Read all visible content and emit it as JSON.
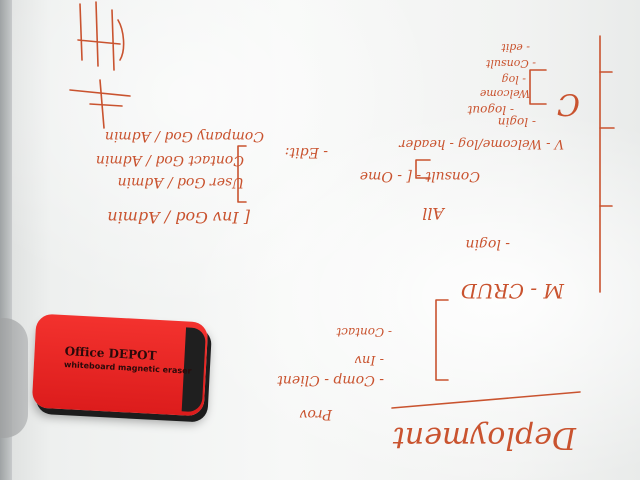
{
  "eraser": {
    "brand": "Office DEPOT",
    "product": "whiteboard magnetic eraser"
  },
  "board": {
    "heading": "Deployment",
    "notes": [
      "M - CRUD",
      "- Comp - Client",
      "- Inv",
      "- Contact",
      "Prov",
      "- login",
      "All",
      "Consult - [ - Ome",
      "V - Welcome/log - header",
      "- login",
      "- logout",
      "Welcome",
      "- log",
      "- Consult",
      "- edit",
      "C",
      "- Edit:",
      "[ Inv God / Admin",
      "User God / Admin",
      "Contact God / Admin",
      "Company God / Admin"
    ]
  },
  "colors": {
    "ink": "#c9532f",
    "eraser_body": "#e8221f",
    "board": "#f4f5f4"
  }
}
